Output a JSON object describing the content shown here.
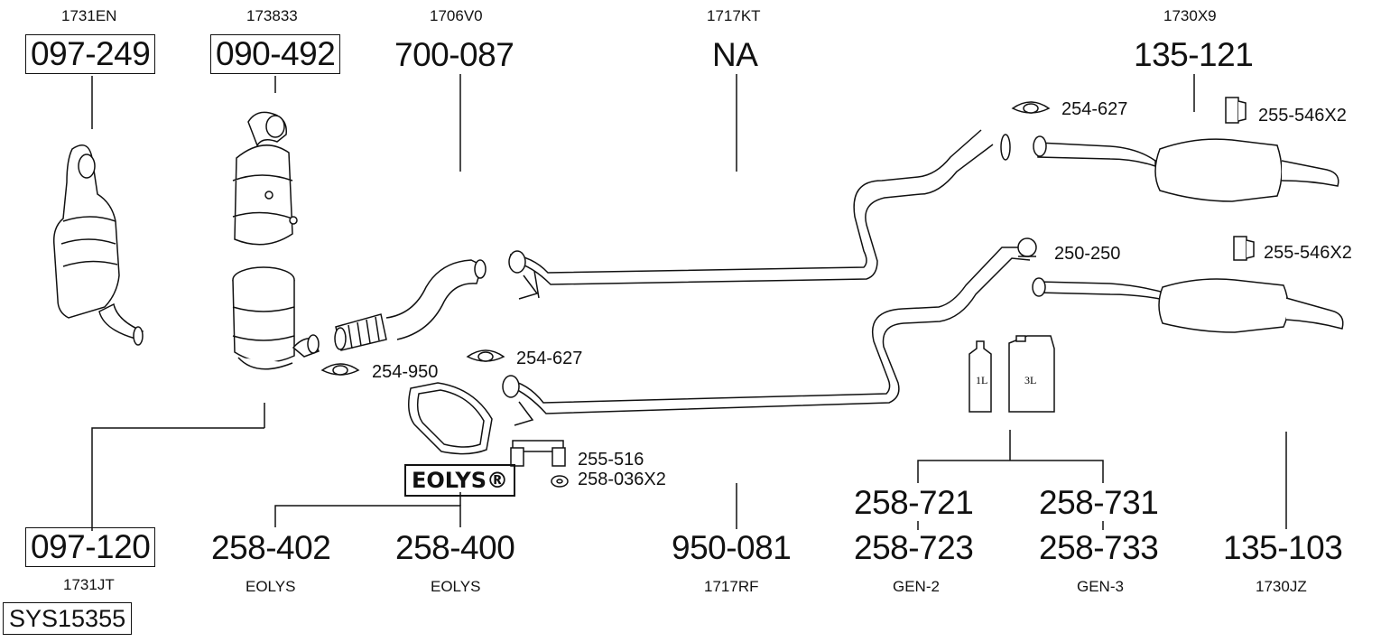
{
  "codes_top": [
    "1731EN",
    "173833",
    "1706V0",
    "1717KT",
    "1730X9"
  ],
  "parts_top": [
    "097-249",
    "090-492",
    "700-087",
    "NA",
    "135-121"
  ],
  "fittings": [
    "254-627",
    "255-546X2",
    "250-250",
    "255-546X2",
    "254-950",
    "254-627",
    "255-516",
    "258-036X2"
  ],
  "brand_label": "EOLYS®",
  "parts_bottom": [
    "097-120",
    "258-402",
    "258-400",
    "950-081",
    "258-721",
    "258-723",
    "258-731",
    "258-733",
    "135-103"
  ],
  "codes_bottom": [
    "1731JT",
    "EOLYS",
    "EOLYS",
    "1717RF",
    "GEN-2",
    "GEN-3",
    "1730JZ"
  ],
  "system_id": "SYS15355",
  "bottle_labels": [
    "1L",
    "3L"
  ]
}
